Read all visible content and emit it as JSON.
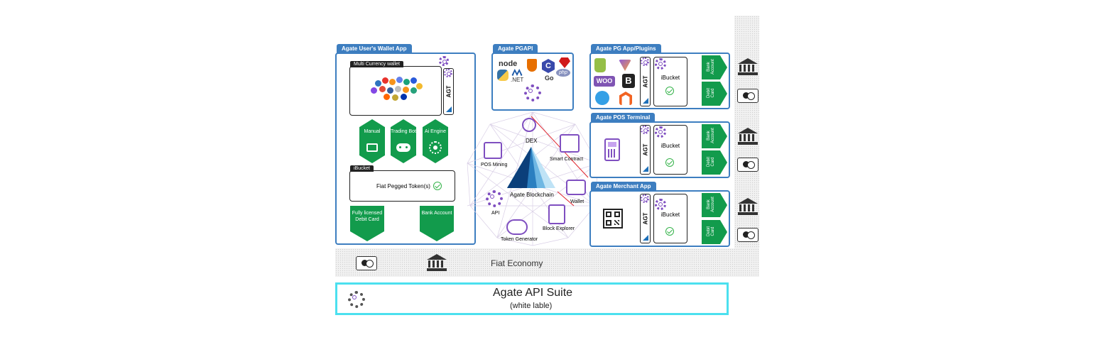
{
  "wallet_app": {
    "title": "Agate User's Wallet App",
    "multi_currency_label": "Multi Currency wallet",
    "agt_label": "AGT",
    "modes": [
      "Manual",
      "Trading Bot",
      "Ai Engine"
    ],
    "ibucket_label": "iBucket",
    "fiat_pegged_label": "Fiat Pegged Token(s)",
    "debit_card_label": "Fully licensed Debit Card",
    "bank_account_label": "Bank Account"
  },
  "pgapi": {
    "title": "Agate PGAPI",
    "tech_logos": [
      "node",
      ".NET",
      "C",
      "Go",
      "php"
    ]
  },
  "blockchain": {
    "center_label": "Agate Blockchain",
    "nodes": [
      "DEX",
      "Smart Contract",
      "POS Mining",
      "Wallet",
      "API",
      "Block Explorer",
      "Token Generator"
    ]
  },
  "pg_plugins": {
    "title": "Agate PG App/Plugins",
    "agt_label": "AGT",
    "ibucket_label": "iBucket",
    "arrows": [
      "Bank Account",
      "Debit Card"
    ],
    "logos": [
      "WOO",
      "B"
    ]
  },
  "pos_terminal": {
    "title": "Agate POS Terminal",
    "agt_label": "AGT",
    "ibucket_label": "iBucket",
    "arrows": [
      "Bank Account",
      "Debit Card"
    ]
  },
  "merchant_app": {
    "title": "Agate Merchant App",
    "agt_label": "AGT",
    "ibucket_label": "iBucket",
    "arrows": [
      "Bank Account",
      "Debit Card"
    ]
  },
  "fiat_economy": {
    "label": "Fiat Economy"
  },
  "api_suite": {
    "title": "Agate API Suite",
    "subtitle": "(white lable)"
  },
  "colors": {
    "panel_border": "#3d7ec0",
    "green": "#129b4c",
    "accent_cyan": "#4be0ef",
    "purple": "#7f4fc0"
  },
  "icons": [
    "gear-api-icon",
    "bank-icon",
    "card-icon",
    "check-icon",
    "robot-icon",
    "qr-code-icon",
    "pos-terminal-icon",
    "wallet-icon"
  ]
}
